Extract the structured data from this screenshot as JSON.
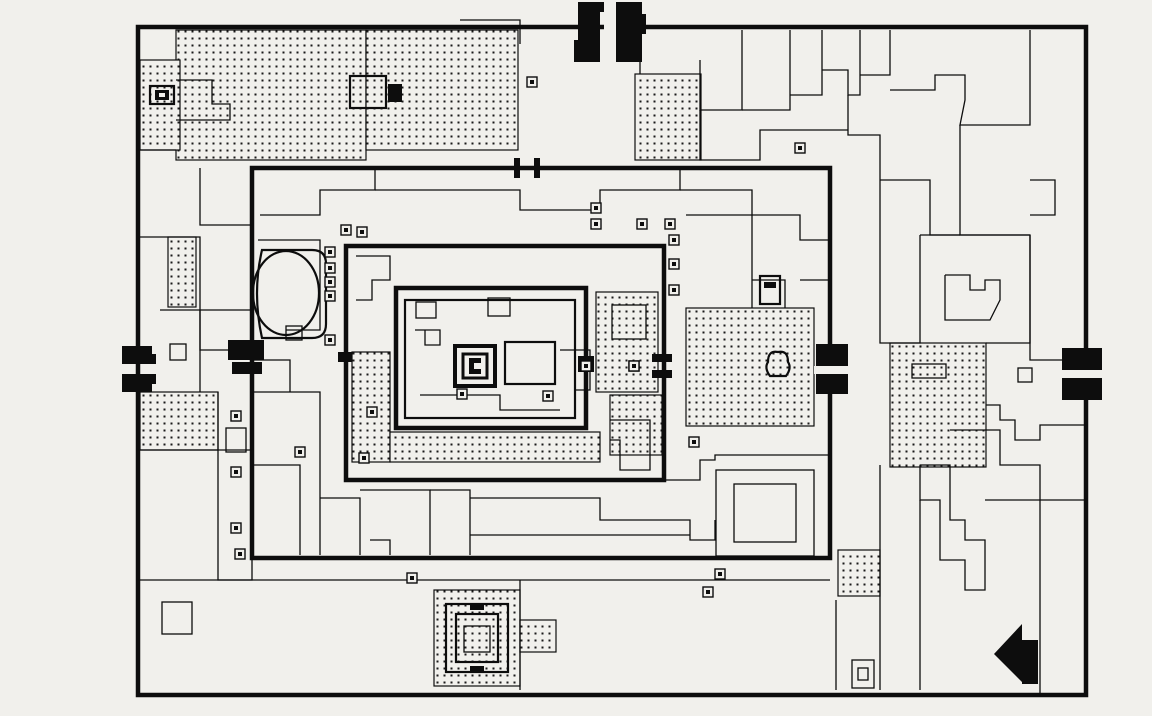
{
  "image": {
    "kind": "architectural site plan of a walled temple complex",
    "style": "black line drawing on off-white paper, stippled courtyards"
  },
  "colors": {
    "paper": "#f1f0ec",
    "ink": "#0d0d0d",
    "court_fill": "#ebeae6"
  },
  "icons": {
    "north_arrow": "arrow-left-icon",
    "gateway": "gopuram-gate-icon",
    "shrine_marker": "square-shrine-icon"
  },
  "structure": {
    "enclosure_count": 4,
    "gateway_count": 5,
    "stippled_courtyard_count": 12
  }
}
